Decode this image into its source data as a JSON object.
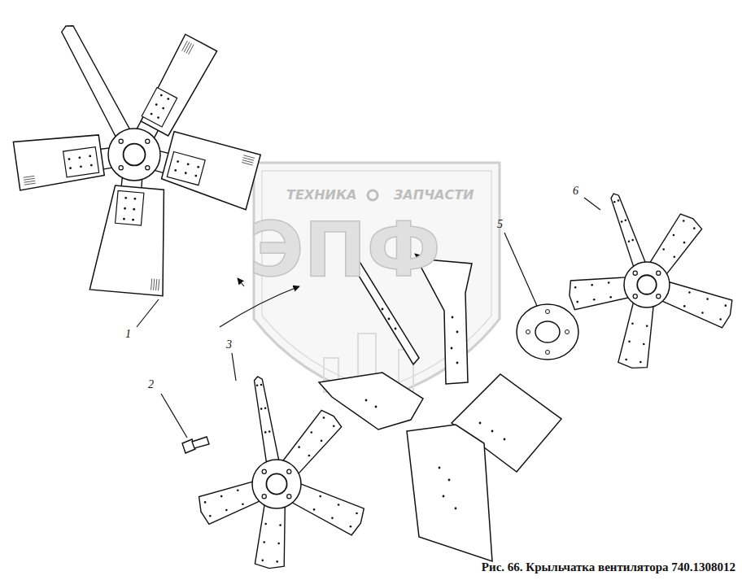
{
  "diagram": {
    "caption": "Рис. 66. Крыльчатка вентилятора 740.1308012",
    "labels": [
      "ТЕХНИКА",
      "ЗАПЧАСТИ",
      "ЭПФ",
      "1",
      "2",
      "3",
      "5",
      "6"
    ]
  }
}
